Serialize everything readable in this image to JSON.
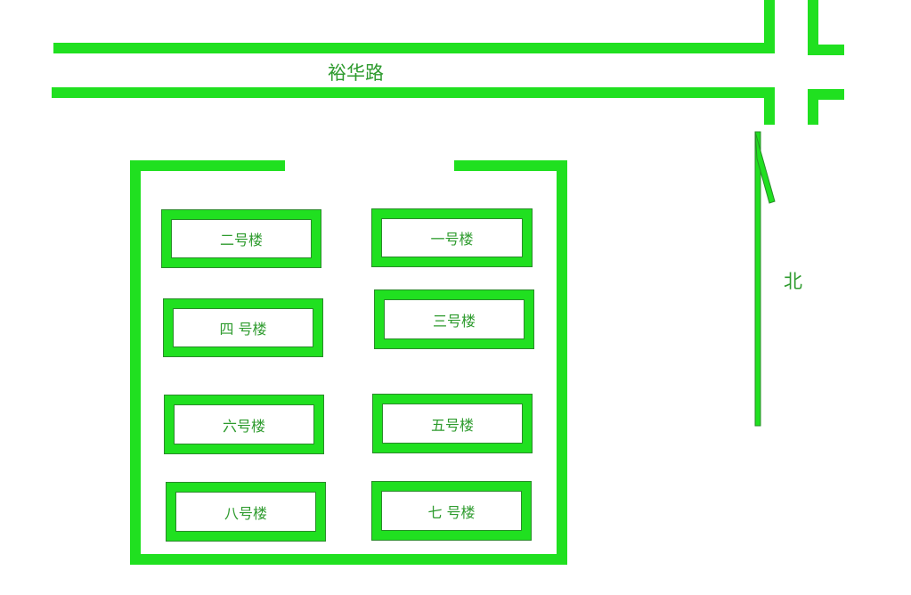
{
  "colors": {
    "road": "#20e020",
    "outline": "#2a8a2a",
    "text": "#2e9b2e",
    "background": "#ffffff"
  },
  "road": {
    "name": "裕华路"
  },
  "compass": {
    "label": "北",
    "icon": "north-arrow-icon"
  },
  "buildings": [
    {
      "label": "二号楼"
    },
    {
      "label": "一号楼"
    },
    {
      "label": "四 号楼"
    },
    {
      "label": "三号楼"
    },
    {
      "label": "六号楼"
    },
    {
      "label": "五号楼"
    },
    {
      "label": "八号楼"
    },
    {
      "label": "七 号楼"
    }
  ]
}
